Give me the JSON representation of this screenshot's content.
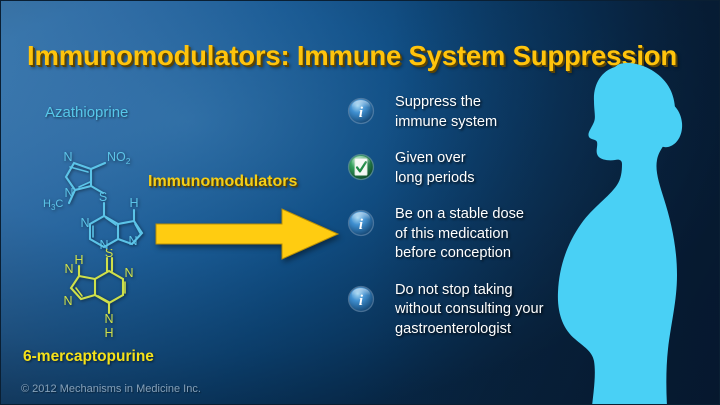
{
  "slide": {
    "title": "Immunomodulators: Immune System Suppression",
    "copyright": "© 2012 Mechanisms in Medicine Inc."
  },
  "colors": {
    "title_yellow": "#ffc40c",
    "accent_yellow": "#f6cf16",
    "drug_label_cyan": "#57c8ea",
    "mp_label_yellow": "#f5e21a",
    "silhouette_cyan": "#49d0f5",
    "info_icon_blue": "#2f7fc4",
    "check_icon_green": "#2e9c54",
    "bg_light_blue": "#3f7cb0",
    "bg_dark_navy": "#0b2340",
    "bullet_text": "#ffffff"
  },
  "left_panel": {
    "drug_top_label": "Azathioprine",
    "drug_bottom_label": "6-mercaptopurine",
    "azathioprine_atoms": [
      "NO",
      "2",
      "S",
      "N",
      "H",
      "H",
      "C",
      "3"
    ],
    "azathioprine_atom_labels": {
      "nitro": "NO",
      "nitro_sub": "2",
      "sulfur": "S",
      "methyl": "H",
      "methyl_sub": "3",
      "methyl_c": "C",
      "nh": "H",
      "n1": "N",
      "n2": "N",
      "n3": "N",
      "n4": "N",
      "n5": "N"
    },
    "mercaptopurine_atom_labels": {
      "thione": "S",
      "h_top": "H",
      "h_bottom": "H",
      "n_top_left": "N",
      "n_bottom_left": "N",
      "n_top_right": "N",
      "n_bottom_right": "N"
    }
  },
  "middle": {
    "arrow_label": "Immunomodulators",
    "arrow_icon": "right-arrow-icon"
  },
  "bullets": [
    {
      "icon": "info-icon",
      "icon_type": "info",
      "text": "Suppress the\nimmune system"
    },
    {
      "icon": "checklist-icon",
      "icon_type": "check",
      "text": "Given over\nlong periods"
    },
    {
      "icon": "info-icon",
      "icon_type": "info",
      "text": "Be on a stable dose\nof this medication\nbefore conception"
    },
    {
      "icon": "info-icon",
      "icon_type": "info",
      "text": "Do not stop taking\nwithout consulting your\ngastroenterologist"
    }
  ],
  "illustration": {
    "name": "pregnant-woman-silhouette"
  }
}
